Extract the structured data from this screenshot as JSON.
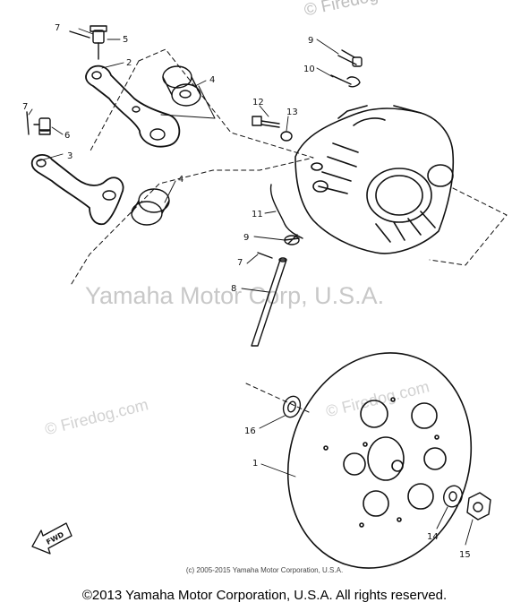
{
  "watermarks": {
    "top": "© Firedog.com",
    "center": "Yamaha Motor Corp, U.S.A.",
    "left": "© Firedog.com",
    "right": "© Firedog.com"
  },
  "fwd_label": "FWD",
  "callouts": {
    "c1": "1",
    "c2": "2",
    "c3": "3",
    "c4a": "4",
    "c4b": "4",
    "c5": "5",
    "c6": "6",
    "c7a": "7",
    "c7b": "7",
    "c7c": "7",
    "c8": "8",
    "c9a": "9",
    "c9b": "9",
    "c10": "10",
    "c11": "11",
    "c12": "12",
    "c13": "13",
    "c14": "14",
    "c15": "15",
    "c16": "16"
  },
  "source_note": "(c) 2005-2015 Yamaha Motor Corporation, U.S.A.",
  "copyright": "©2013 Yamaha Motor Corporation, U.S.A. All rights reserved."
}
